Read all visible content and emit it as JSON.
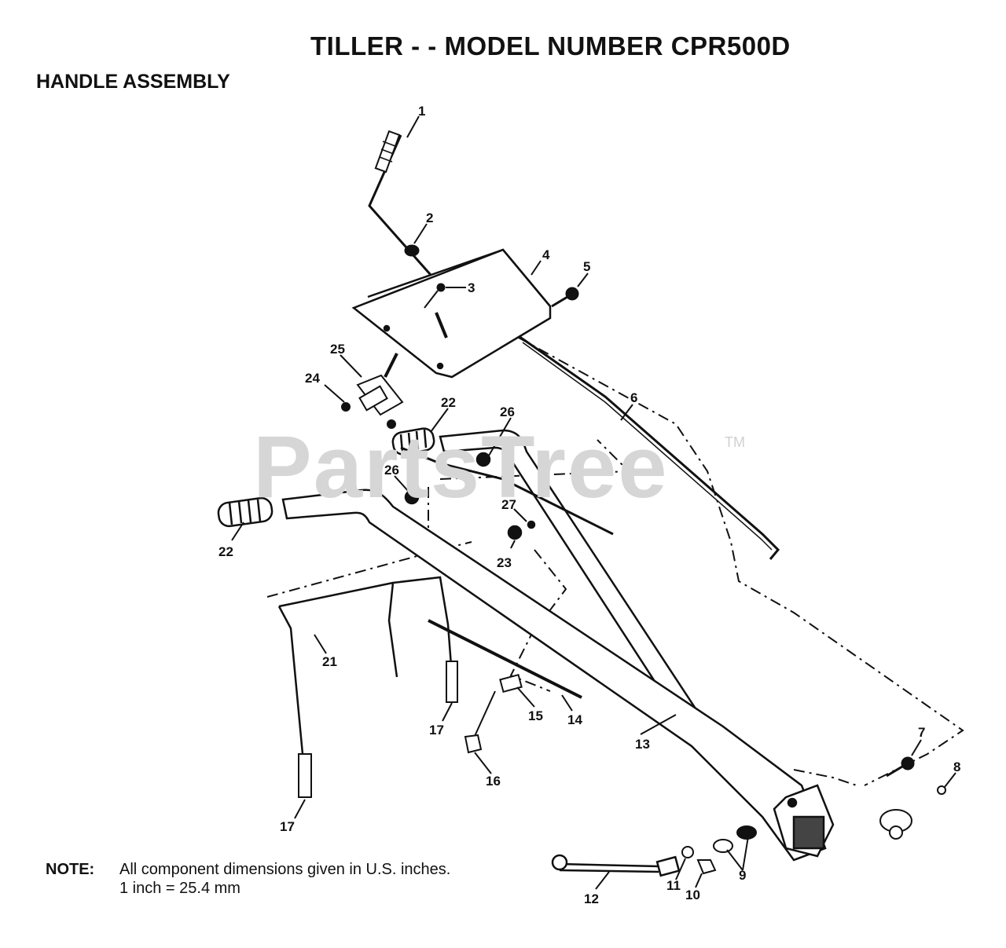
{
  "header": {
    "title": "TILLER - - MODEL NUMBER CPR500D",
    "subtitle": "HANDLE ASSEMBLY"
  },
  "watermark": {
    "text": "PartsTree",
    "tm": "TM"
  },
  "note": {
    "label": "NOTE:",
    "line1": "All component dimensions given in U.S. inches.",
    "line2": "1 inch = 25.4 mm"
  },
  "callouts": [
    "1",
    "2",
    "3",
    "4",
    "5",
    "6",
    "7",
    "8",
    "9",
    "10",
    "11",
    "12",
    "13",
    "14",
    "15",
    "16",
    "17",
    "17",
    "21",
    "22",
    "22",
    "23",
    "24",
    "25",
    "26",
    "26",
    "27"
  ],
  "colors": {
    "ink": "#111111",
    "watermark": "#d6d6d6"
  }
}
